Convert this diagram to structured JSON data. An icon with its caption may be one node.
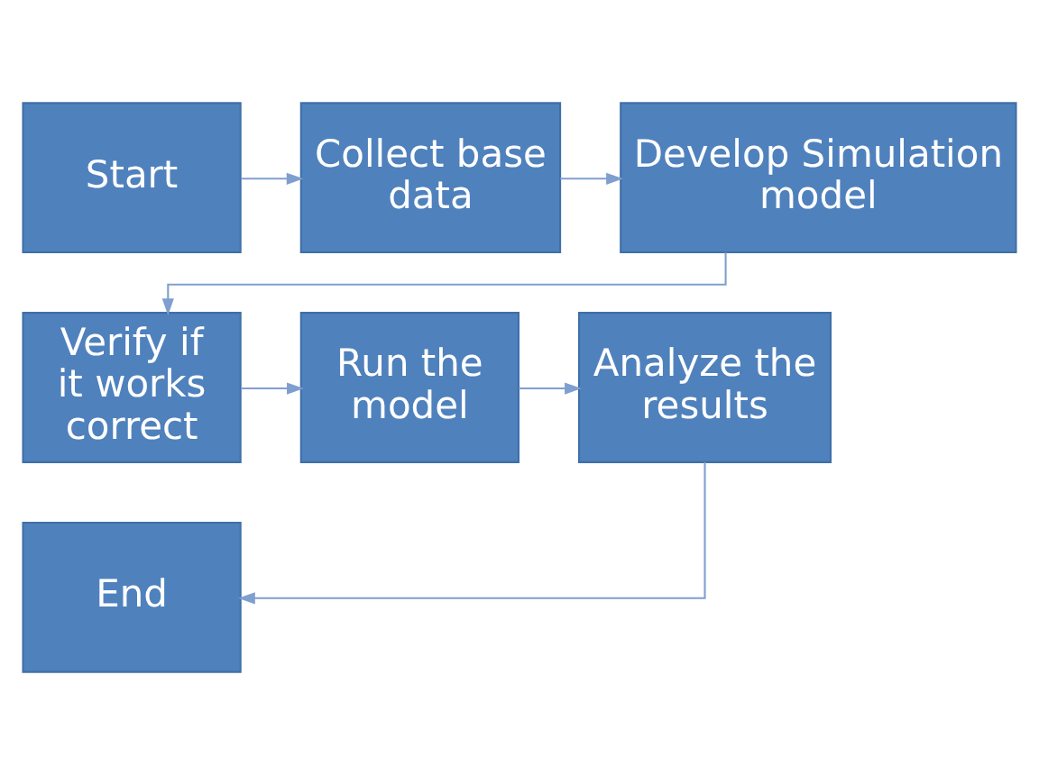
{
  "diagram": {
    "nodes": [
      {
        "text": [
          "Start"
        ]
      },
      {
        "text": [
          "Collect base data"
        ]
      },
      {
        "text": [
          "Develop Simulation model"
        ]
      },
      {
        "text": [
          "Verify if it works correct"
        ]
      },
      {
        "text": [
          "Run the model"
        ]
      },
      {
        "text": [
          "Analyze the results"
        ]
      },
      {
        "text": [
          "End"
        ]
      }
    ],
    "edges": [
      {
        "from": 0,
        "to": 1,
        "arrow": "to"
      },
      {
        "from": 1,
        "to": 2,
        "arrow": "to"
      },
      {
        "from": 2,
        "to": 3,
        "arrow": "to"
      },
      {
        "from": 3,
        "to": 4,
        "arrow": "to"
      },
      {
        "from": 4,
        "to": 5,
        "arrow": "to"
      },
      {
        "from": 5,
        "to": 6,
        "arrow": "to"
      }
    ]
  }
}
